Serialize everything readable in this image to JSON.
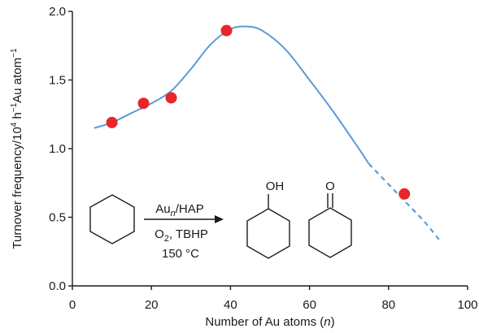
{
  "colors": {
    "curve": "#5b9bd5",
    "points": "#e8262a",
    "axis": "#1a1a1a"
  },
  "chart_data": {
    "type": "scatter",
    "title": "",
    "xlabel_prefix": "Number of Au atoms (",
    "xlabel_var": "n",
    "xlabel_suffix": ")",
    "ylabel_main": "Turnover frequency/10",
    "ylabel_exp1": "4",
    "ylabel_mid": " h",
    "ylabel_exp2": "−1",
    "ylabel_mid2": "Au atom",
    "ylabel_exp3": "−1",
    "xlim": [
      0,
      100
    ],
    "ylim": [
      0.0,
      2.0
    ],
    "x_ticks": [
      {
        "value": 0,
        "label": "0"
      },
      {
        "value": 20,
        "label": "20"
      },
      {
        "value": 40,
        "label": "40"
      },
      {
        "value": 60,
        "label": "60"
      },
      {
        "value": 80,
        "label": "80"
      },
      {
        "value": 100,
        "label": "100"
      }
    ],
    "y_ticks": [
      {
        "value": 0.0,
        "label": "0.0"
      },
      {
        "value": 0.5,
        "label": "0.5"
      },
      {
        "value": 1.0,
        "label": "1.0"
      },
      {
        "value": 1.5,
        "label": "1.5"
      },
      {
        "value": 2.0,
        "label": "2.0"
      }
    ],
    "points": [
      {
        "x": 10,
        "y": 1.19
      },
      {
        "x": 18,
        "y": 1.33
      },
      {
        "x": 25,
        "y": 1.37
      },
      {
        "x": 39,
        "y": 1.86
      },
      {
        "x": 84,
        "y": 0.67
      }
    ],
    "trend_solid": [
      [
        5.5,
        1.15
      ],
      [
        10,
        1.19
      ],
      [
        15,
        1.26
      ],
      [
        20,
        1.33
      ],
      [
        25,
        1.42
      ],
      [
        30,
        1.58
      ],
      [
        35,
        1.76
      ],
      [
        40,
        1.87
      ],
      [
        44,
        1.89
      ],
      [
        48,
        1.86
      ],
      [
        54,
        1.72
      ],
      [
        60,
        1.5
      ],
      [
        66,
        1.27
      ],
      [
        72,
        1.02
      ],
      [
        75,
        0.89
      ]
    ],
    "trend_dashed": [
      [
        75,
        0.89
      ],
      [
        80,
        0.74
      ],
      [
        84,
        0.62
      ],
      [
        89,
        0.47
      ],
      [
        93,
        0.33
      ]
    ]
  },
  "scheme": {
    "catalyst_prefix": "Au",
    "catalyst_sub": "n",
    "catalyst_suffix": "/HAP",
    "oxidant_prefix": "O",
    "oxidant_sub": "2",
    "oxidant_suffix": ", TBHP",
    "temperature": "150 °C",
    "alcohol_label": "OH",
    "ketone_label": "O",
    "reactant_icon": "cyclohexane-structure",
    "alcohol_icon": "cyclohexanol-structure",
    "ketone_icon": "cyclohexanone-structure",
    "arrow_icon": "reaction-arrow"
  }
}
